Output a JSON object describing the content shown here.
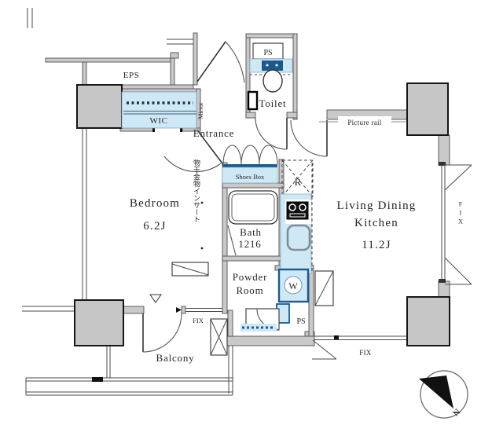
{
  "colors": {
    "wall_fill": "#c9c9c9",
    "wall_stroke": "#4f4f4f",
    "accent_blue": "#cfe8f6",
    "accent_navy": "#1c5a8e",
    "line": "#333333"
  },
  "rooms": {
    "eps": {
      "label": "EPS"
    },
    "wic": {
      "label": "WIC"
    },
    "entrance": {
      "label": "Entrance"
    },
    "toilet": {
      "label": "Toilet"
    },
    "bedroom": {
      "label": "Bedroom",
      "size": "6.2J"
    },
    "bath": {
      "label": "Bath",
      "size": "1216"
    },
    "powder_room": {
      "label_line1": "Powder",
      "label_line2": "Room"
    },
    "ldk": {
      "label_line1": "Living Dining",
      "label_line2": "Kitchen",
      "size": "11.2J"
    },
    "balcony": {
      "label": "Balcony"
    }
  },
  "fixtures": {
    "ps_upper": {
      "label": "PS"
    },
    "ps_lower": {
      "label": "PS"
    },
    "refrigerator_space": {
      "label": "R"
    },
    "washer_space": {
      "label": "W"
    },
    "shoes_box": {
      "label": "Shoes Box"
    },
    "mirror": {
      "label": "Mirror"
    },
    "laundry_hook_insert": {
      "label": "物干金物インサート"
    },
    "picture_rail": {
      "label": "Picture rail"
    }
  },
  "windows": {
    "fix_bedroom": {
      "label": "FIX"
    },
    "fix_ldk_bottom": {
      "label": "FIX"
    },
    "fix_ldk_right": {
      "label": "FIX"
    }
  },
  "compass": {
    "north": {
      "label": "N"
    }
  }
}
